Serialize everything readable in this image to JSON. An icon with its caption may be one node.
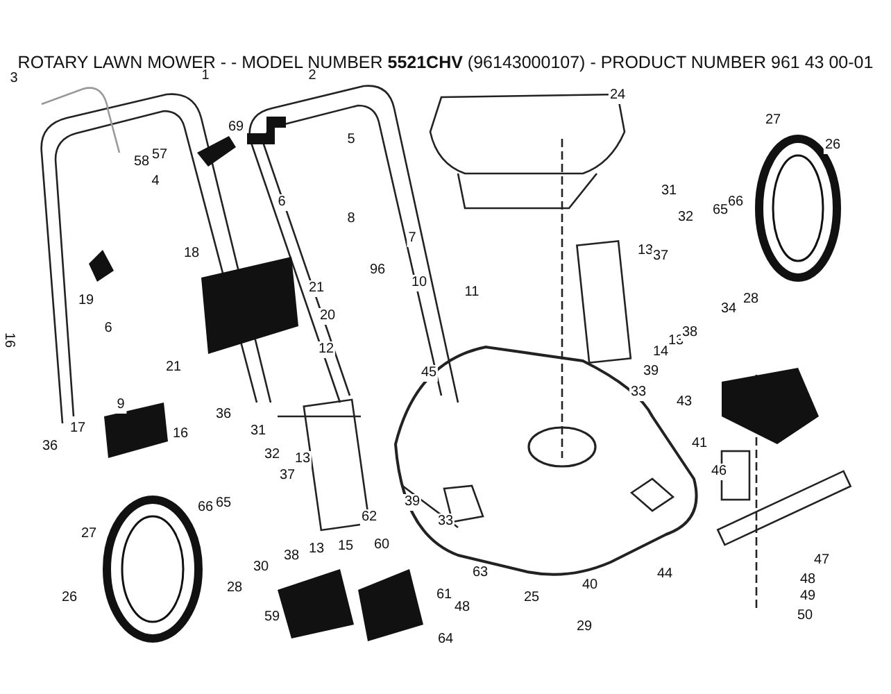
{
  "diagram": {
    "title": "ROTARY LAWN MOWER - - MODEL NUMBER **5521CHV** (96143000107) - PRODUCT NUMBER 961 43 00-01",
    "labels": [
      "3",
      "1",
      "2",
      "24",
      "69",
      "5",
      "57",
      "58",
      "4",
      "27",
      "26",
      "6",
      "8",
      "31",
      "32",
      "66",
      "65",
      "18",
      "7",
      "13",
      "37",
      "96",
      "10",
      "21",
      "11",
      "19",
      "28",
      "34",
      "20",
      "13",
      "38",
      "6",
      "12",
      "14",
      "16",
      "21",
      "45",
      "39",
      "33",
      "9",
      "36",
      "43",
      "16",
      "17",
      "36",
      "31",
      "32",
      "13",
      "37",
      "41",
      "46",
      "62",
      "39",
      "33",
      "66",
      "65",
      "27",
      "38",
      "13",
      "15",
      "30",
      "60",
      "47",
      "44",
      "28",
      "63",
      "61",
      "40",
      "48",
      "26",
      "25",
      "49",
      "48",
      "59",
      "64",
      "29",
      "50"
    ]
  }
}
